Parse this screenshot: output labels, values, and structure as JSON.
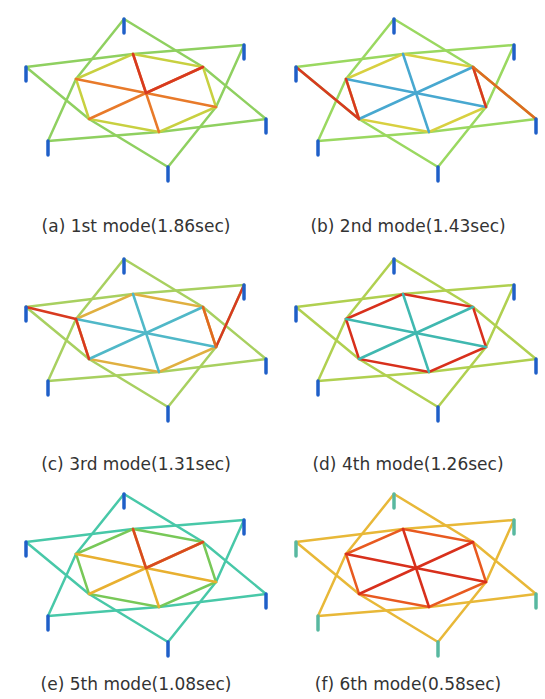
{
  "diagram": {
    "labels": [
      "(a) 1st mode(1.86sec)",
      "(b) 2nd mode(1.43sec)",
      "(c) 3rd mode(1.31sec)",
      "(d) 4th mode(1.26sec)",
      "(e) 5th mode(1.08sec)",
      "(f) 6th mode(0.58sec)"
    ]
  }
}
